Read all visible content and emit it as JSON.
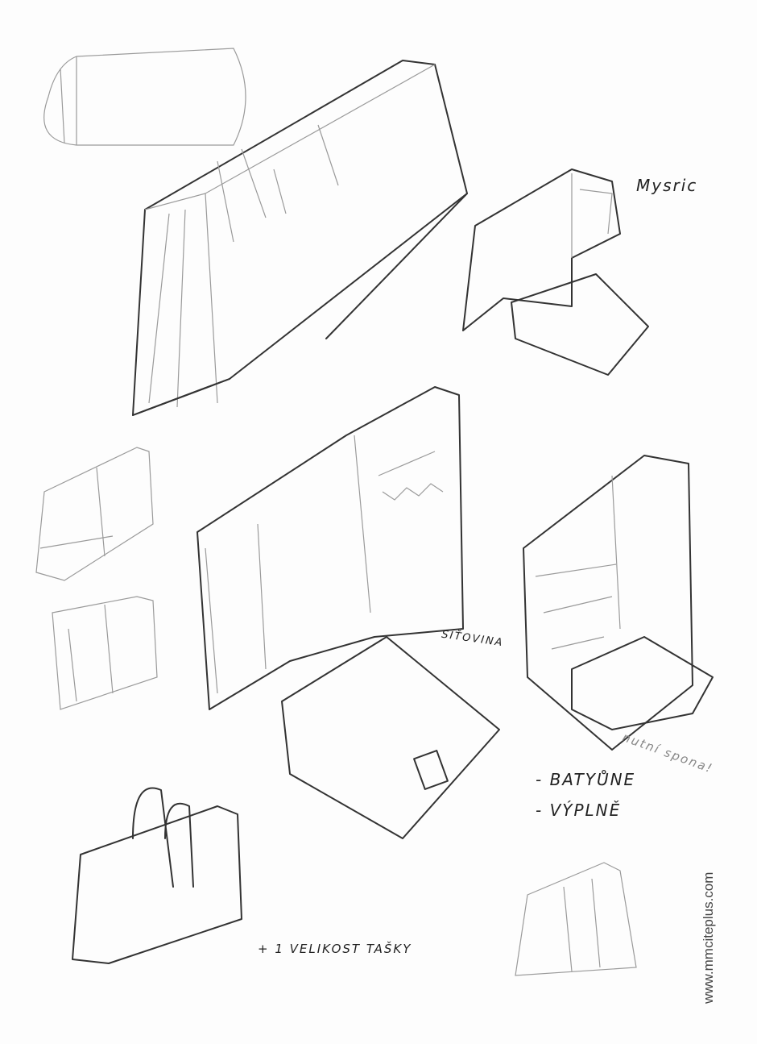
{
  "annotations": {
    "magnet_note": "Mysric",
    "mesh_note": "SÍŤOVINA",
    "clasp_note": "nutní spona!",
    "list_item_1": "- BATYŮNE",
    "list_item_2": "- VÝPLNĚ",
    "size_note": "+ 1 VELIKOST TAŠKY"
  },
  "website": "www.mmciteplus.com"
}
